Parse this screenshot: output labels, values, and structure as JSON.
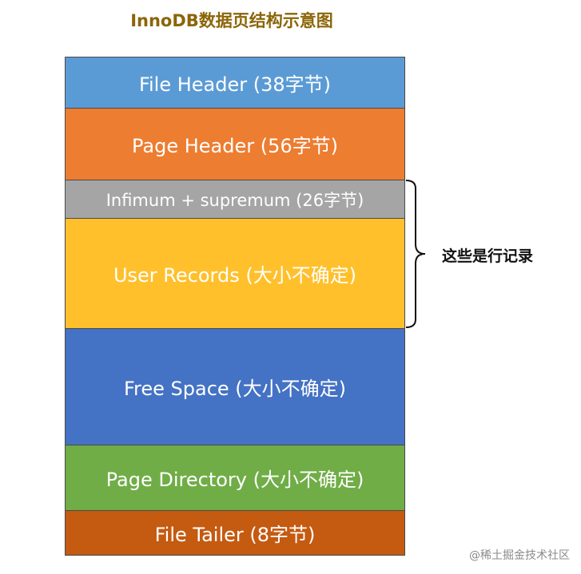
{
  "title": "InnoDB数据页结构示意图",
  "blocks": [
    {
      "label": "File Header (38字节)",
      "color": "#5b9bd5"
    },
    {
      "label": "Page Header (56字节)",
      "color": "#ed7d31"
    },
    {
      "label": "Infimum + supremum (26字节)",
      "color": "#a5a5a5"
    },
    {
      "label": "User Records (大小不确定)",
      "color": "#ffc02c"
    },
    {
      "label": "Free Space (大小不确定)",
      "color": "#4472c4"
    },
    {
      "label": "Page Directory (大小不确定)",
      "color": "#70ad47"
    },
    {
      "label": "File Tailer (8字节)",
      "color": "#c55a11"
    }
  ],
  "brace_label": "这些是行记录",
  "watermark": "@稀土掘金技术社区"
}
